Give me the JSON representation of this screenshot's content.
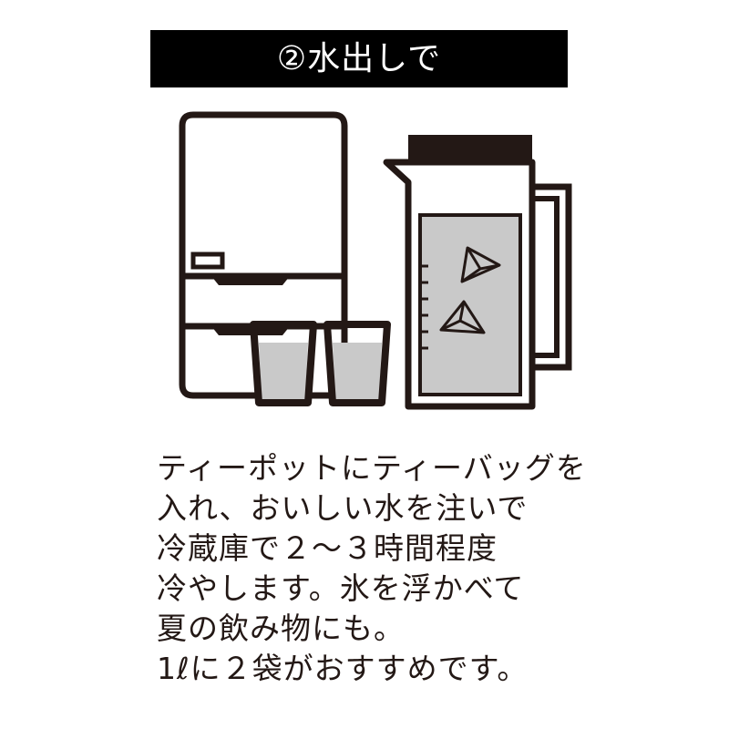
{
  "title": "②水出しで",
  "instructions": {
    "lines": [
      "ティーポットにティーバッグを",
      "入れ、おいしい水を注いで",
      "冷蔵庫で２～３時間程度",
      "冷やします。氷を浮かべて",
      "夏の飲み物にも。",
      "1ℓに２袋がおすすめです。"
    ]
  },
  "colors": {
    "ink": "#231815",
    "banner": "#000000",
    "water": "#c9c9c9"
  }
}
